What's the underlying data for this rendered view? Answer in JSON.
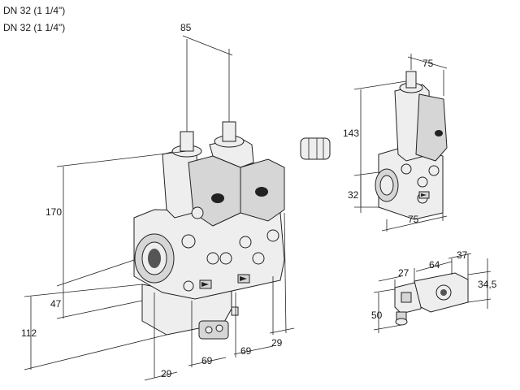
{
  "header": {
    "line1": "DN 32 (1 1/4\")",
    "line2": "DN 32 (1 1/4\")"
  },
  "dimensions": {
    "main": {
      "top_width": "85",
      "height": "170",
      "lower_height": "47",
      "total_height": "112",
      "bottom_offset": "29",
      "segment_a": "69",
      "segment_b": "69",
      "right_offset": "29"
    },
    "single_valve": {
      "top_width": "75",
      "height": "143",
      "base_height": "32",
      "bottom_width": "75"
    },
    "connector": {
      "a": "27",
      "b": "64",
      "c": "37",
      "d": "34,5",
      "e": "50"
    }
  }
}
